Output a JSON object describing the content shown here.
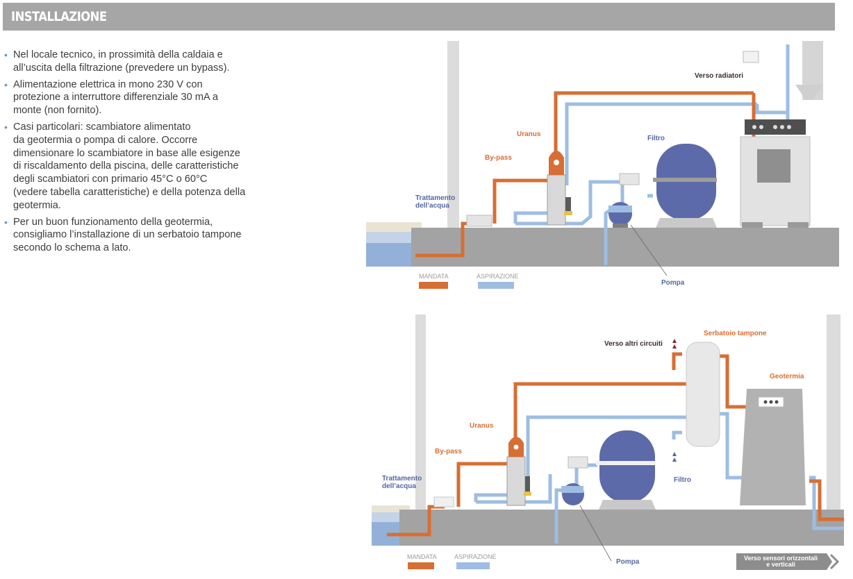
{
  "header": {
    "title": "INSTALLAZIONE"
  },
  "bullets": [
    "Nel locale tecnico, in prossimità della caldaia e\nall’uscita della filtrazione (prevedere un bypass).",
    "Alimentazione elettrica in mono 230 V con\nprotezione a interruttore differenziale 30 mA a\nmonte (non fornito).",
    "Casi particolari: scambiatore alimentato\nda geotermia o pompa di calore. Occorre\ndimensionare lo scambiatore in base alle esigenze\ndi riscaldamento della piscina, delle caratteristiche\ndegli scambiatori con primario 45°C o 60°C\n(vedere tabella caratteristiche) e della potenza della\ngeotermia.",
    "Per un buon funzionamento della geotermia,\nconsigliamo l’installazione di un serbatoio tampone\nsecondo lo schema a lato."
  ],
  "diagram_top": {
    "label_radiatori": "Verso radiatori",
    "label_uranus": "Uranus",
    "label_bypass": "By-pass",
    "label_filtro": "Filtro",
    "label_trattamento_1": "Trattamento",
    "label_trattamento_2": "dell’acqua",
    "label_pompa": "Pompa",
    "legend_mandata": "MANDATA",
    "legend_aspirazione": "ASPIRAZIONE"
  },
  "diagram_bottom": {
    "label_altri_circuiti": "Verso altri circuiti",
    "label_serbatoio": "Serbatoio tampone",
    "label_geotermia": "Geotermia",
    "label_uranus": "Uranus",
    "label_bypass": "By-pass",
    "label_filtro": "Filtro",
    "label_trattamento_1": "Trattamento",
    "label_trattamento_2": "dell’acqua",
    "label_pompa": "Pompa",
    "legend_mandata": "MANDATA",
    "legend_aspirazione": "ASPIRAZIONE"
  },
  "nav": {
    "next_label": "Verso sensori orizzontali\ne verticali"
  },
  "colors": {
    "mandata": "#d76e34",
    "aspirazione": "#9ebde2",
    "filter": "#5d6aa9",
    "floor": "#a3a3a3",
    "header": "#a7a6a6"
  }
}
